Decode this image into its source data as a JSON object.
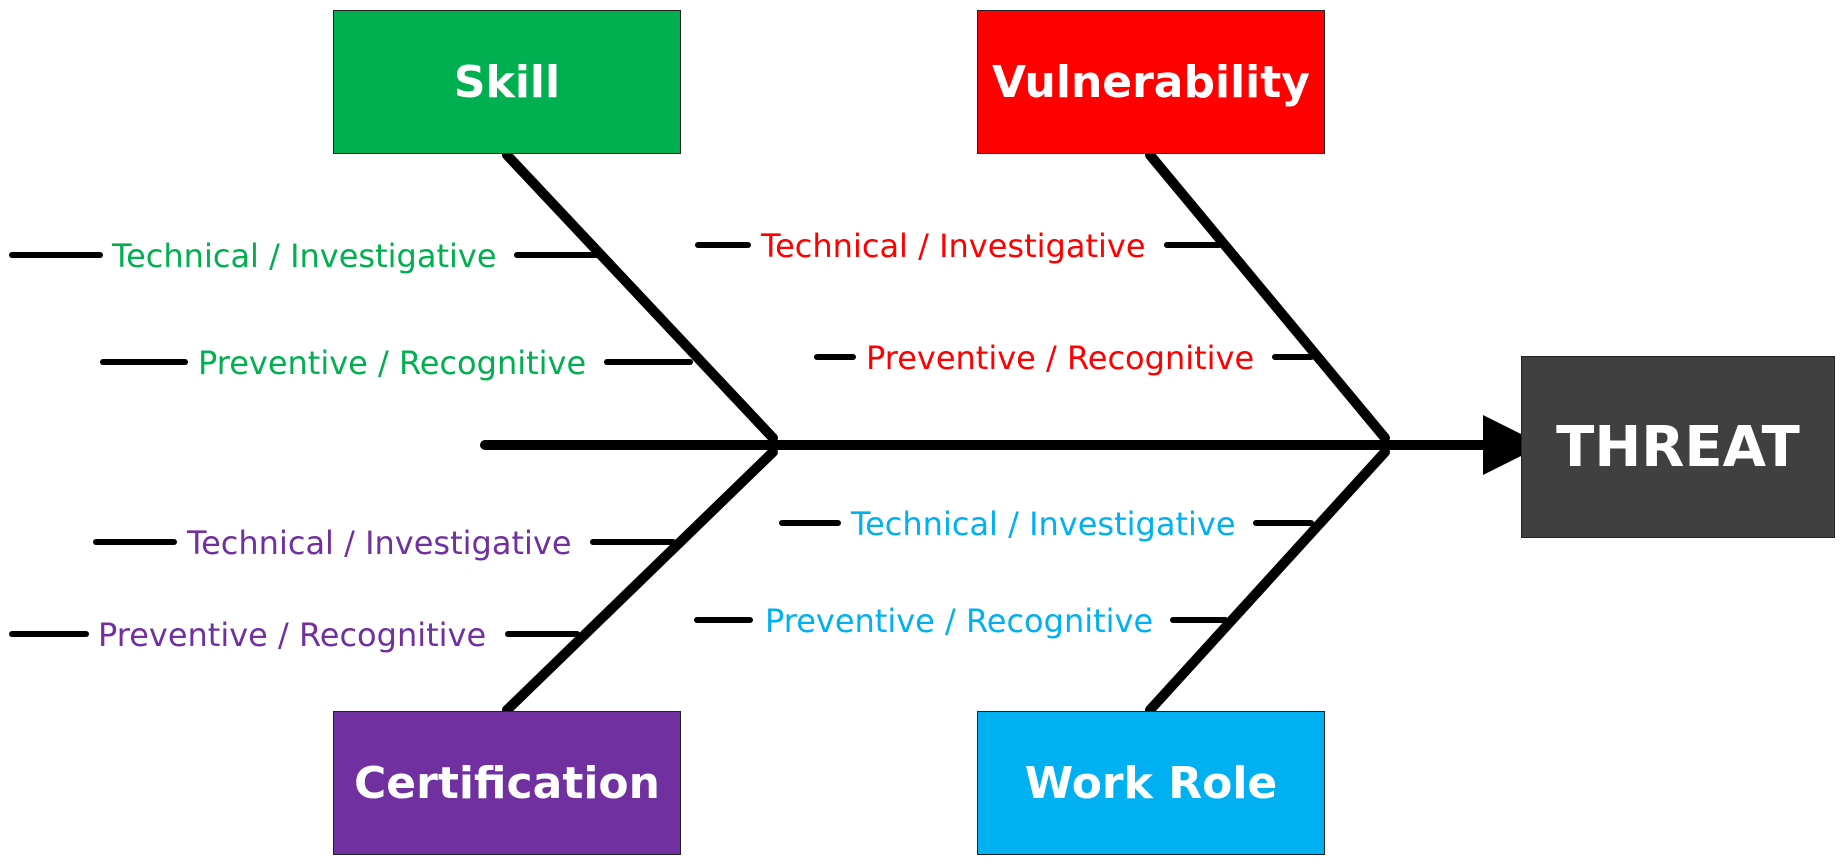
{
  "colors": {
    "skill": "#00AF50",
    "vulnerability": "#FF0000",
    "certification": "#7030A0",
    "work_role": "#00B0F0",
    "threat": "#404040",
    "spine": "#000000"
  },
  "effect": {
    "label": "THREAT"
  },
  "categories": {
    "skill": {
      "label": "Skill",
      "causes": [
        "Technical / Investigative",
        "Preventive / Recognitive"
      ]
    },
    "vulnerability": {
      "label": "Vulnerability",
      "causes": [
        "Technical / Investigative",
        "Preventive / Recognitive"
      ]
    },
    "certification": {
      "label": "Certification",
      "causes": [
        "Technical / Investigative",
        "Preventive / Recognitive"
      ]
    },
    "work_role": {
      "label": "Work Role",
      "causes": [
        "Technical / Investigative",
        "Preventive / Recognitive"
      ]
    }
  }
}
